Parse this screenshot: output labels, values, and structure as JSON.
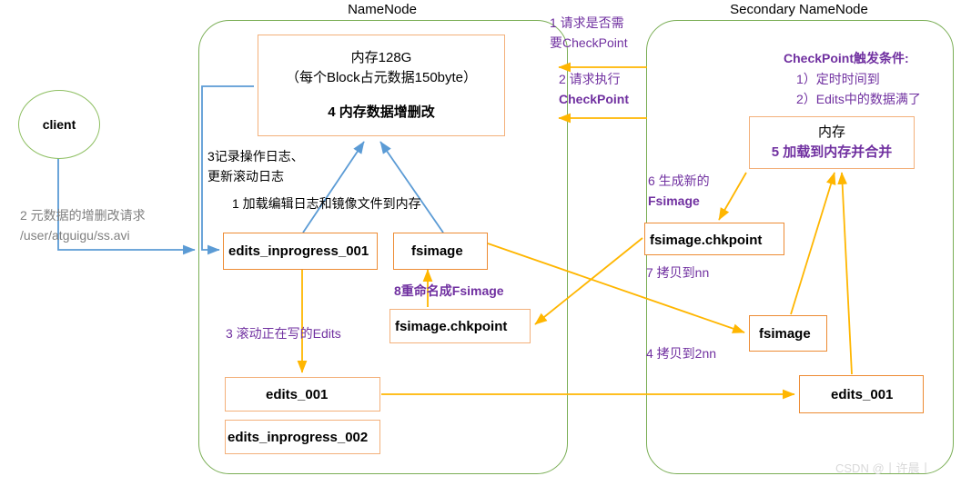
{
  "diagram": {
    "title": "HDFS NameNode / Secondary NameNode CheckPoint",
    "colors": {
      "container_border": "#7aae55",
      "box_border": "#ed8b33",
      "orange_arrow": "#ffb600",
      "blue_arrow": "#5b9bd5",
      "purple_text": "#7030a0",
      "gray_text": "#7f7f7f"
    }
  },
  "namenode": {
    "title": "NameNode",
    "memory_box": {
      "line1": "内存128G",
      "line2": "（每个Block占元数据150byte）",
      "line3": "4 内存数据增删改"
    },
    "boxes": {
      "edits_inprogress_001": "edits_inprogress_001",
      "fsimage": "fsimage",
      "fsimage_chkpoint": "fsimage.chkpoint",
      "edits_001": "edits_001",
      "edits_inprogress_002": "edits_inprogress_002"
    },
    "labels": {
      "record_log_line1": "3记录操作日志、",
      "record_log_line2": "更新滚动日志",
      "load_to_memory": "1 加载编辑日志和镜像文件到内存",
      "roll_edits": "3 滚动正在写的Edits",
      "rename_fsimage": "8重命名成Fsimage"
    }
  },
  "client": {
    "label": "client",
    "request_line1": "2 元数据的增删改请求",
    "request_line2": "/user/atguigu/ss.avi"
  },
  "secondary": {
    "title": "Secondary NameNode",
    "memory_box": {
      "line1": "内存",
      "line2": "5 加载到内存并合并"
    },
    "boxes": {
      "fsimage_chkpoint": "fsimage.chkpoint",
      "fsimage": "fsimage",
      "edits_001": "edits_001"
    },
    "trigger": {
      "title": "CheckPoint触发条件:",
      "item1": "1）定时时间到",
      "item2": "2）Edits中的数据满了"
    },
    "labels": {
      "ask_need_checkpoint_line1": "1 请求是否需",
      "ask_need_checkpoint_line2": "要CheckPoint",
      "ask_exec_checkpoint_line1": "2 请求执行",
      "ask_exec_checkpoint_line2": "CheckPoint",
      "gen_new_fsimage_line1": "6 生成新的",
      "gen_new_fsimage_line2": "Fsimage",
      "copy_to_nn": "7 拷贝到nn",
      "copy_to_2nn": "4 拷贝到2nn"
    }
  },
  "watermark": "CSDN @丨许晨丨"
}
